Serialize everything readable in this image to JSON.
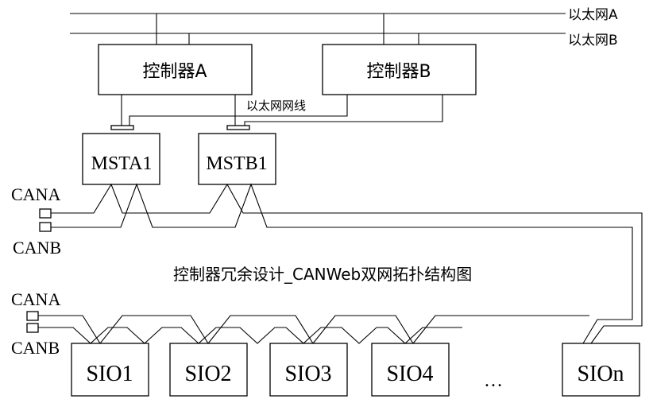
{
  "ethernet": {
    "a_label": "以太网A",
    "b_label": "以太网B",
    "cable_label": "以太网网线"
  },
  "controllers": {
    "a_label": "控制器A",
    "b_label": "控制器B"
  },
  "ms_modules": {
    "a_label": "MSTA1",
    "b_label": "MSTB1"
  },
  "can_ports": {
    "upper_a": "CANA",
    "upper_b": "CANB",
    "lower_a": "CANA",
    "lower_b": "CANB"
  },
  "title": "控制器冗余设计_CANWeb双网拓扑结构图",
  "sio": {
    "labels": [
      "SIO1",
      "SIO2",
      "SIO3",
      "SIO4",
      "SIOn"
    ],
    "ellipsis": "…"
  }
}
